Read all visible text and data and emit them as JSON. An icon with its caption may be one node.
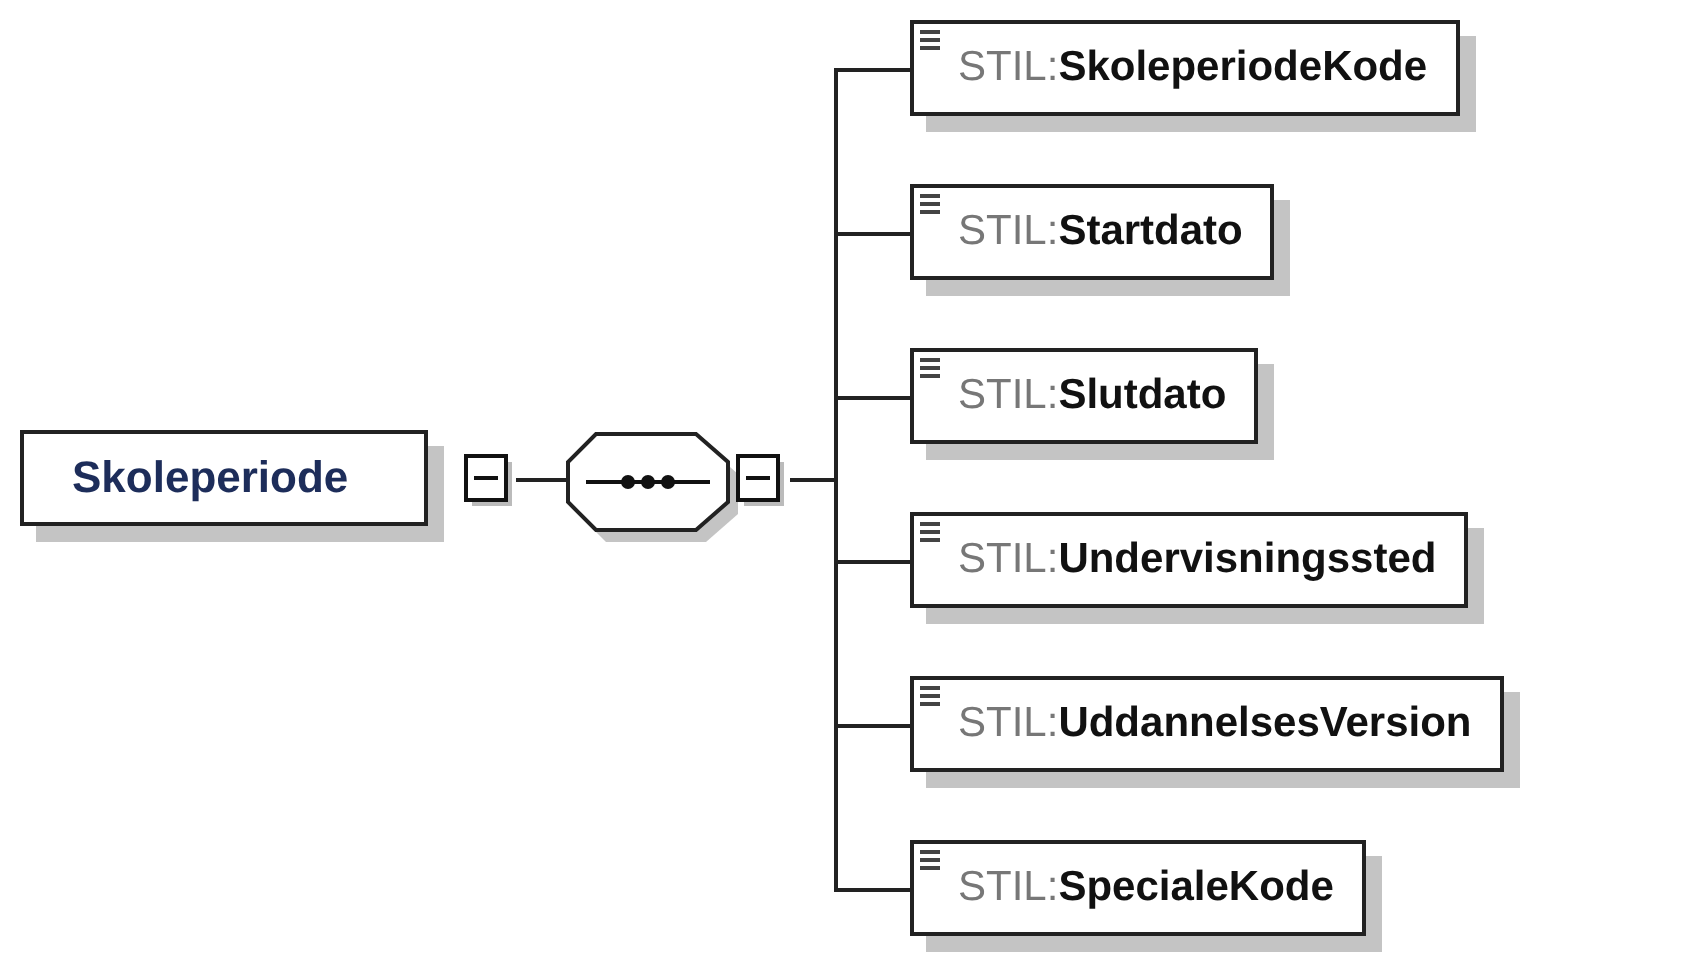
{
  "diagram": {
    "nodes": [
      {
        "text": [
          "Skoleperiode"
        ]
      },
      {
        "text": [],
        "shape": "octagon"
      },
      {
        "text": [
          "STIL:**SkoleperiodeKode**"
        ]
      },
      {
        "text": [
          "STIL:**Startdato**"
        ]
      },
      {
        "text": [
          "STIL:**Slutdato**"
        ]
      },
      {
        "text": [
          "STIL:**Undervisningssted**"
        ]
      },
      {
        "text": [
          "STIL:**UddannelsesVersion**"
        ]
      },
      {
        "text": [
          "STIL:**SpecialeKode**"
        ]
      }
    ],
    "edges": [
      {
        "from": 0,
        "to": 1,
        "arrow": "none"
      },
      {
        "from": 1,
        "to": 2,
        "arrow": "none"
      },
      {
        "from": 1,
        "to": 3,
        "arrow": "none"
      },
      {
        "from": 1,
        "to": 4,
        "arrow": "none"
      },
      {
        "from": 1,
        "to": 5,
        "arrow": "none"
      },
      {
        "from": 1,
        "to": 6,
        "arrow": "none"
      },
      {
        "from": 1,
        "to": 7,
        "arrow": "none"
      }
    ]
  }
}
